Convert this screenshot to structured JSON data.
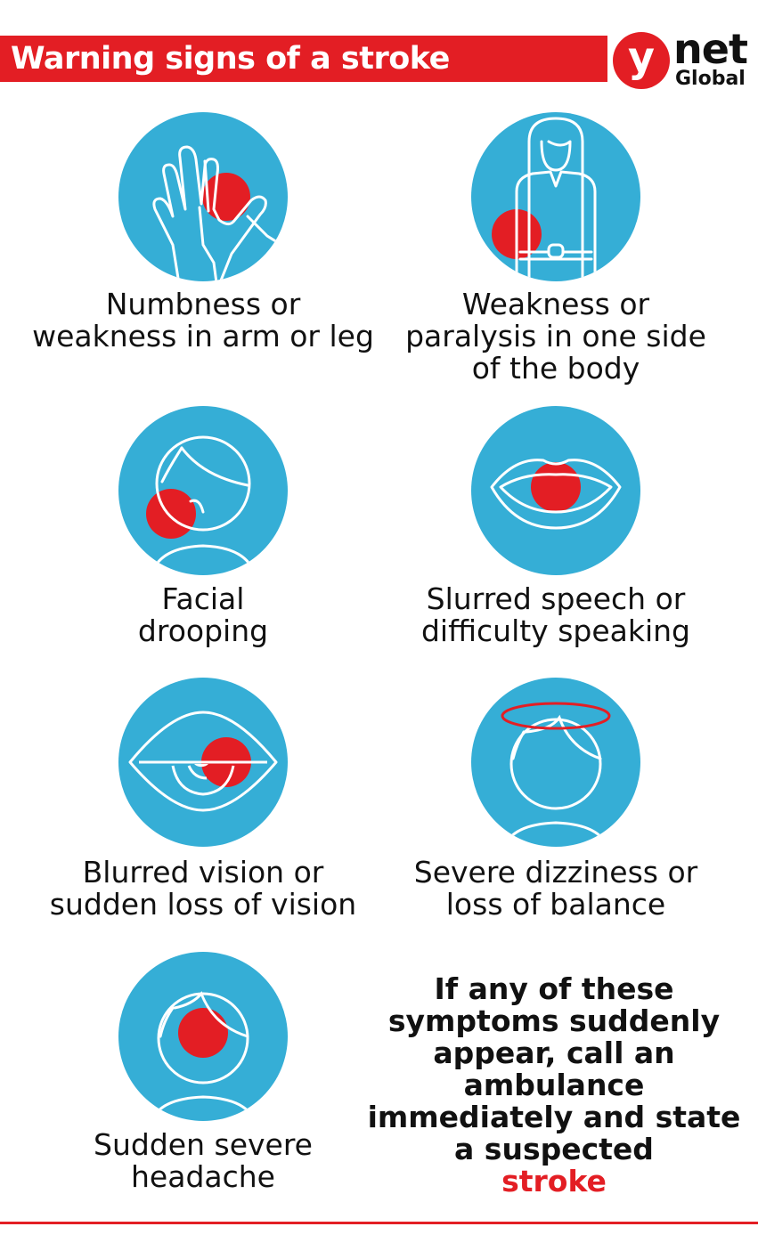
{
  "header": {
    "title": "Warning signs of a stroke",
    "logo": {
      "mark": "y",
      "name": "net",
      "sub": "Global"
    }
  },
  "colors": {
    "accent_red": "#e31e24",
    "icon_blue": "#35aed6",
    "text": "#111111"
  },
  "symptoms": [
    {
      "icon": "hand-icon",
      "lines": [
        "Numbness or",
        "weakness in arm or leg"
      ]
    },
    {
      "icon": "body-icon",
      "lines": [
        "Weakness or",
        "paralysis in one side",
        "of the body"
      ]
    },
    {
      "icon": "face-icon",
      "lines": [
        "Facial",
        "drooping"
      ]
    },
    {
      "icon": "mouth-icon",
      "lines": [
        "Slurred speech or",
        "difficulty speaking"
      ]
    },
    {
      "icon": "eye-icon",
      "lines": [
        "Blurred vision or",
        "sudden loss of vision"
      ]
    },
    {
      "icon": "dizzy-head-icon",
      "lines": [
        "Severe dizziness or",
        "loss of balance"
      ]
    },
    {
      "icon": "headache-icon",
      "lines": [
        "Sudden severe",
        "headache"
      ]
    }
  ],
  "call_to_action": {
    "lines": [
      "If any of these",
      "symptoms suddenly",
      "appear, call an",
      "ambulance",
      "immediately and state",
      "a suspected"
    ],
    "highlight": "stroke"
  }
}
